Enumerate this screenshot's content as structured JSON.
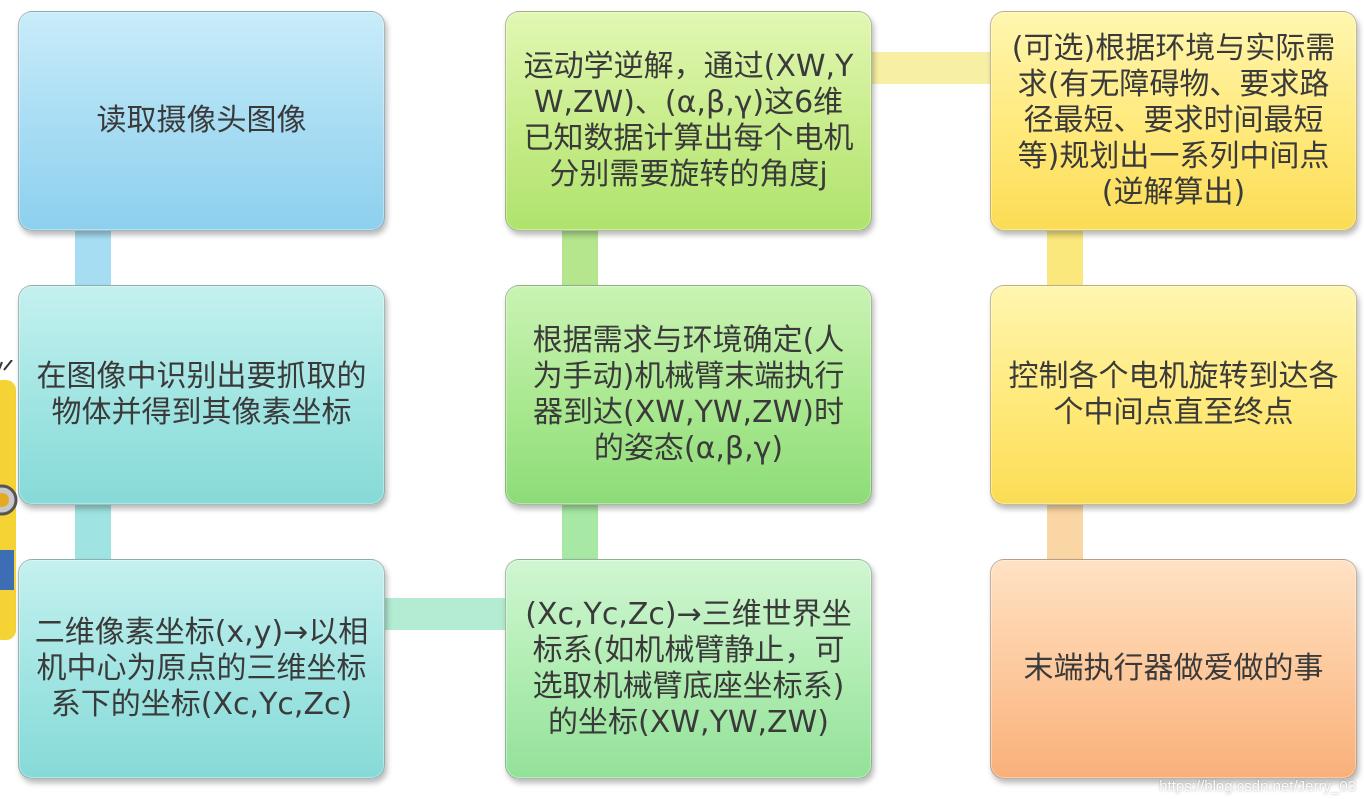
{
  "nodes": {
    "read_image": "读取摄像头图像",
    "identify_object": "在图像中识别出要抓取的物体并得到其像素坐标",
    "pixel_to_camera": "二维像素坐标(x,y)→以相机中心为原点的三维坐标系下的坐标(Xc,Yc,Zc)",
    "camera_to_world": "(Xc,Yc,Zc)→三维世界坐标系(如机械臂静止，可选取机械臂底座坐标系)的坐标(XW,YW,ZW)",
    "determine_pose": "根据需求与环境确定(人为手动)机械臂末端执行器到达(XW,YW,ZW)时的姿态(α,β,γ)",
    "inverse_kinematics": "运动学逆解，通过(XW,YW,ZW)、(α,β,γ)这6维已知数据计算出每个电机分别需要旋转的角度j",
    "plan_path": "(可选)根据环境与实际需求(有无障碍物、要求路径最短、要求时间最短等)规划出一系列中间点(逆解算出)",
    "control_motors": "控制各个电机旋转到达各个中间点直至终点",
    "end_effector_task": "末端执行器做爱做的事"
  },
  "watermark": "https://blog.csdn.net/Jerry_03",
  "colors": {
    "col1_top": "#a6dcf3",
    "col1_mid": "#9fe4e2",
    "col2_top": "#c6ec88",
    "col2_mid": "#a9e88f",
    "col2_bottom": "#aeecb0",
    "col3_top": "#ffe97a",
    "col3_bottom": "#fdc79a",
    "text": "#3a3a3a"
  }
}
